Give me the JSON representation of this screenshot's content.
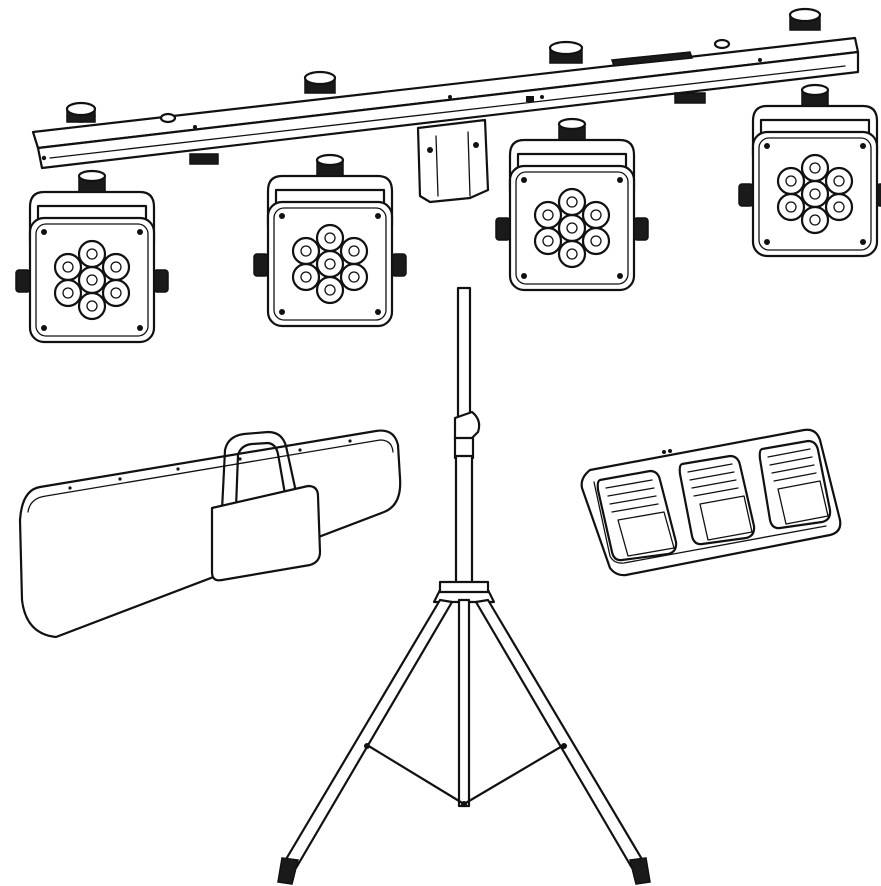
{
  "image": {
    "kind": "product line drawing",
    "items": [
      {
        "name": "light-bar",
        "fixtures": 4,
        "leds_per_fixture": 7
      },
      {
        "name": "carry-bag"
      },
      {
        "name": "tripod-stand"
      },
      {
        "name": "foot-controller",
        "pedals": 3
      }
    ]
  },
  "colors": {
    "line": "#111111",
    "background": "#ffffff"
  }
}
